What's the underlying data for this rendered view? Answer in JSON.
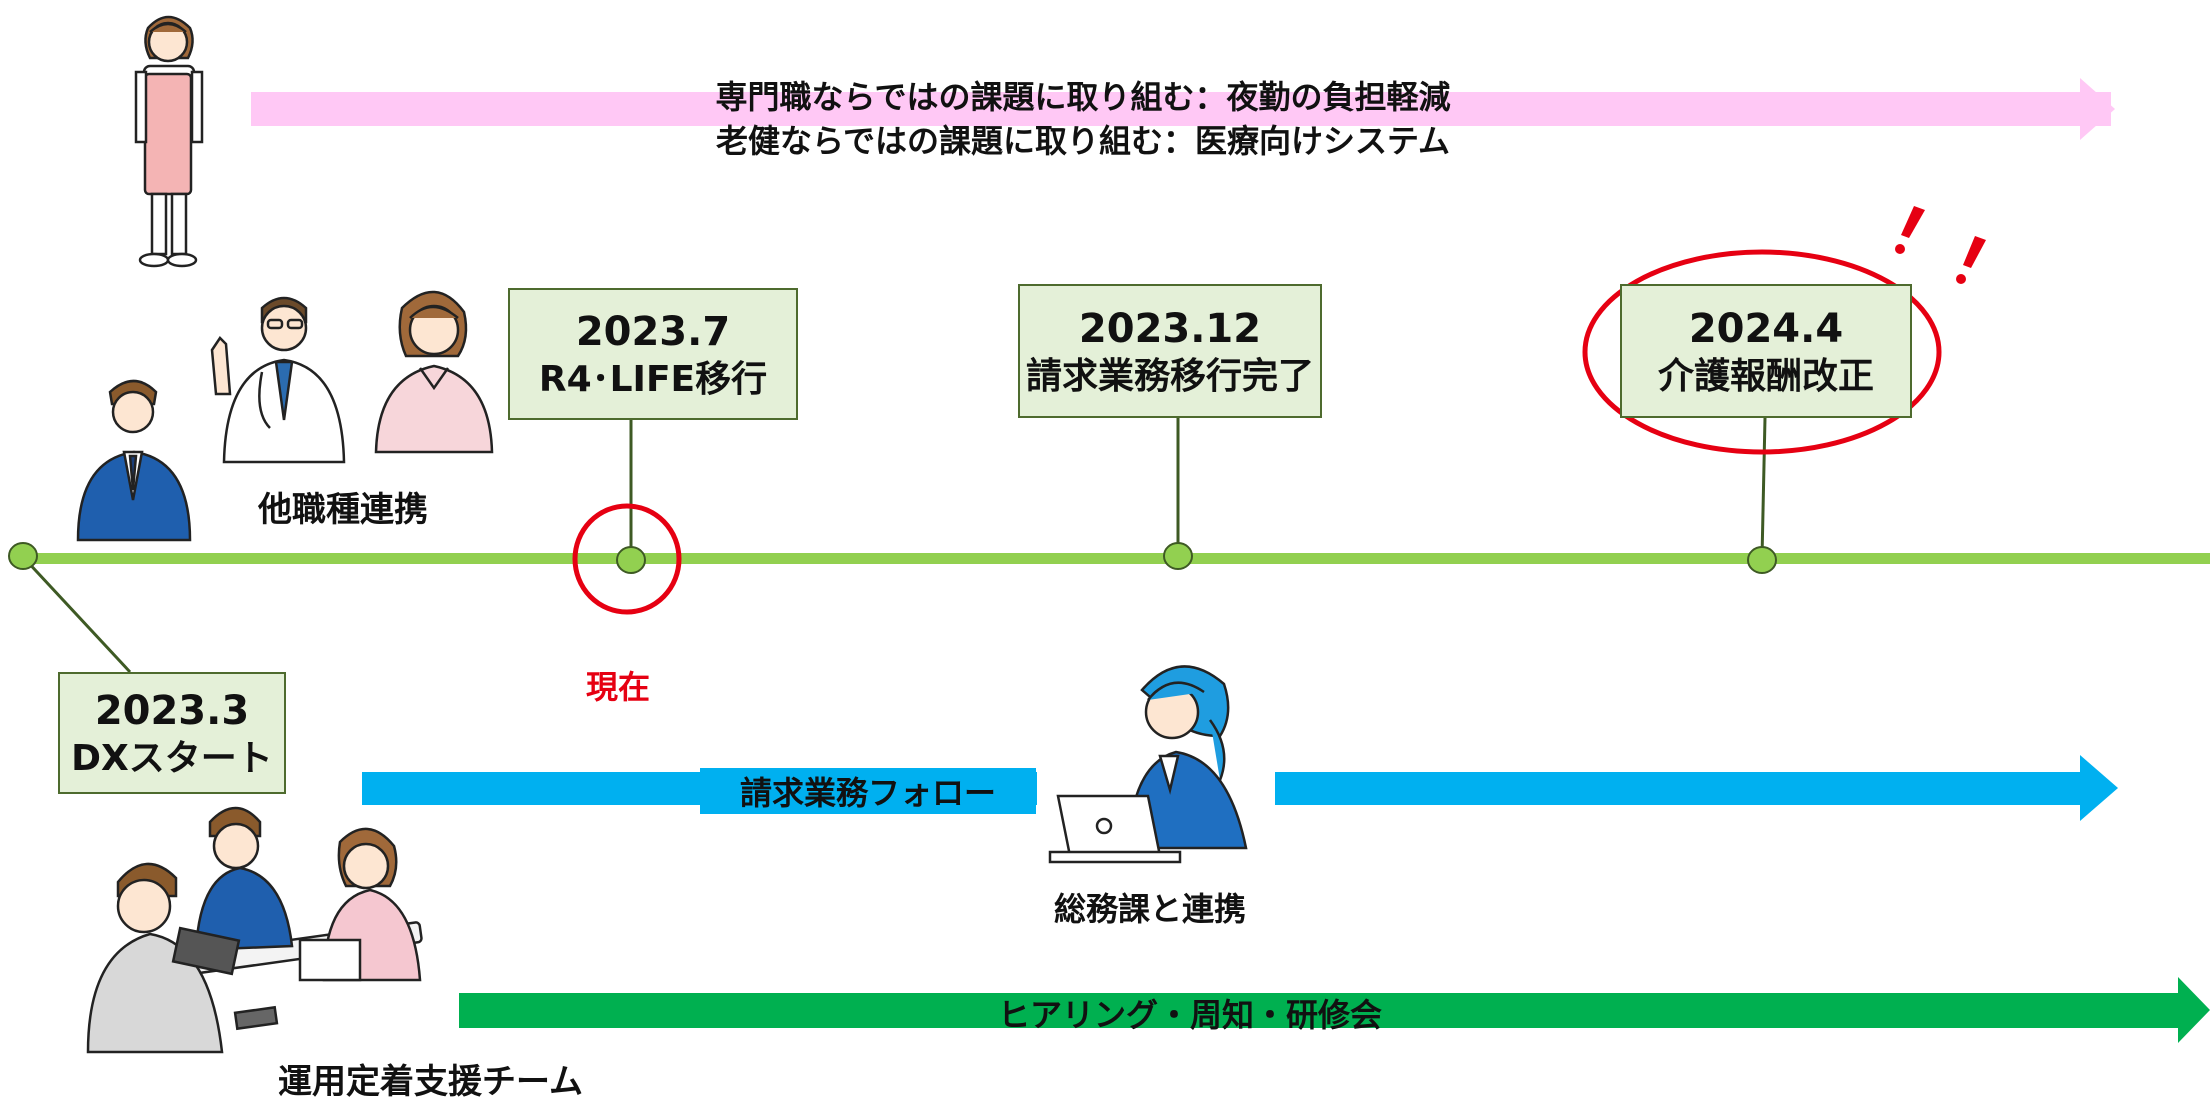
{
  "top_arrow": {
    "line1": "専門職ならではの課題に取り組む：夜勤の負担軽減",
    "line2": "老健ならではの課題に取り組む：医療向けシステム",
    "color": "#ffc8f5"
  },
  "middle_arrow": {
    "label": "請求業務フォロー",
    "color": "#00b0f0"
  },
  "bottom_arrow": {
    "label": "ヒアリング・周知・研修会",
    "color": "#00b050"
  },
  "timeline_color": "#92d050",
  "milestones": [
    {
      "date": "2023.3",
      "label": "DXスタート"
    },
    {
      "date": "2023.7",
      "label": "R4･LIFE移行"
    },
    {
      "date": "2023.12",
      "label": "請求業務移行完了"
    },
    {
      "date": "2024.4",
      "label": "介護報酬改正"
    }
  ],
  "current_label": "現在",
  "exclamation": "! !",
  "captions": {
    "multi_profession": "他職種連携",
    "general_affairs": "総務課と連携",
    "support_team": "運用定着支援チーム"
  },
  "highlight_color": "#e60012"
}
